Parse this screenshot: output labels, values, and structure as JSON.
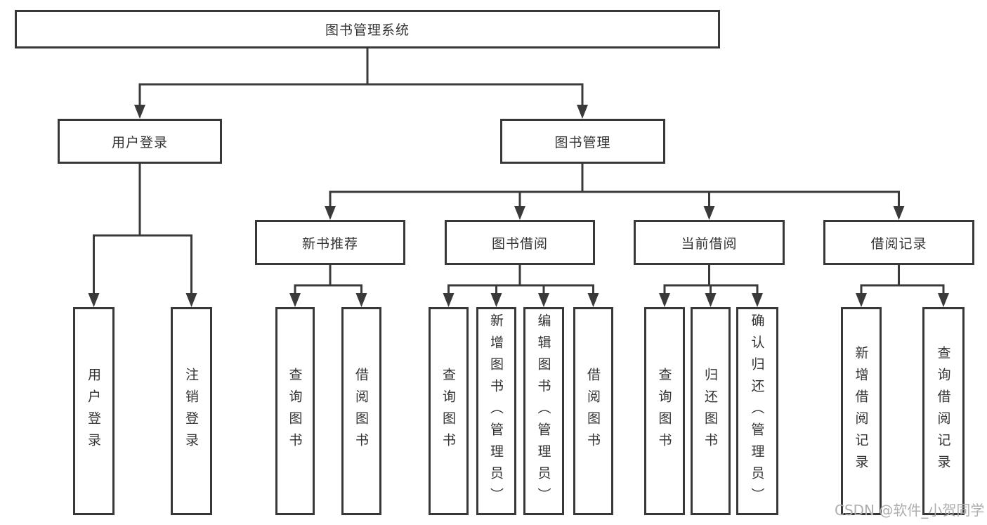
{
  "colors": {
    "line": "#3a3a3a",
    "box_border": "#383838",
    "text": "#333333",
    "watermark": "#aeaeae",
    "background": "#ffffff"
  },
  "tree": {
    "root": {
      "label": "图书管理系统",
      "children": [
        {
          "label": "用户登录",
          "children": [
            {
              "label": "用户登录"
            },
            {
              "label": "注销登录"
            }
          ]
        },
        {
          "label": "图书管理",
          "children": [
            {
              "label": "新书推荐",
              "children": [
                {
                  "label": "查询图书"
                },
                {
                  "label": "借阅图书"
                }
              ]
            },
            {
              "label": "图书借阅",
              "children": [
                {
                  "label": "查询图书"
                },
                {
                  "label": "新增图书（管理员）"
                },
                {
                  "label": "编辑图书（管理员）"
                },
                {
                  "label": "借阅图书"
                }
              ]
            },
            {
              "label": "当前借阅",
              "children": [
                {
                  "label": "查询图书"
                },
                {
                  "label": "归还图书"
                },
                {
                  "label": "确认归还（管理员）"
                }
              ]
            },
            {
              "label": "借阅记录",
              "children": [
                {
                  "label": "新增借阅记录"
                },
                {
                  "label": "查询借阅记录"
                }
              ]
            }
          ]
        }
      ]
    }
  },
  "watermark": {
    "text": "CSDN @软件_小贺同学"
  }
}
